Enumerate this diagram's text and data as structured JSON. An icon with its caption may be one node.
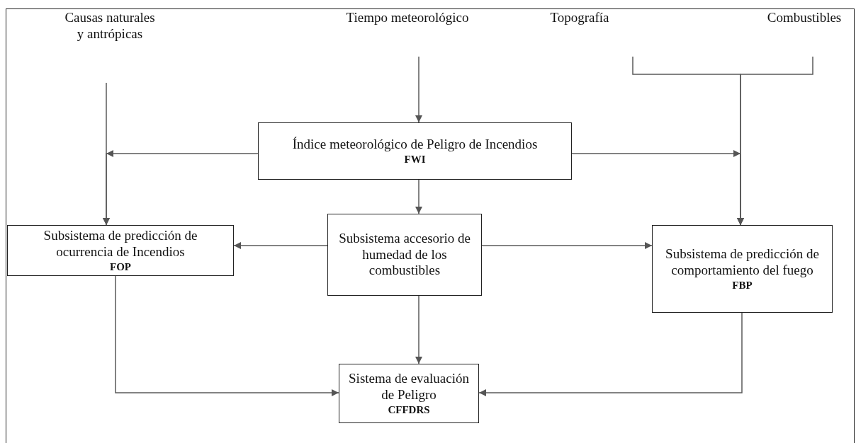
{
  "diagram": {
    "nodes": [
      {
        "text": [
          "Causas naturales y antrópicas"
        ]
      },
      {
        "text": [
          "Tiempo meteorológico"
        ]
      },
      {
        "text": [
          "Topografía"
        ]
      },
      {
        "text": [
          "Combustibles"
        ]
      },
      {
        "text": [
          "Índice meteorológico de Peligro de Incendios",
          "FWI"
        ]
      },
      {
        "text": [
          "Subsistema de predicción de ocurrencia de Incendios",
          "FOP"
        ]
      },
      {
        "text": [
          "Subsistema accesorio de humedad de los combustibles"
        ]
      },
      {
        "text": [
          "Subsistema de predicción de comportamiento del fuego",
          "FBP"
        ]
      },
      {
        "text": [
          "Sistema de evaluación de Peligro",
          "CFFDRS"
        ]
      }
    ],
    "edges": [
      {
        "from": 0,
        "to": 5,
        "arrow": "to"
      },
      {
        "from": 1,
        "to": 4,
        "arrow": "to"
      },
      {
        "from": 4,
        "to": 5,
        "arrow": "to"
      },
      {
        "from": 4,
        "to": 7,
        "arrow": "to"
      },
      {
        "from": 2,
        "to": 7,
        "arrow": "to"
      },
      {
        "from": 3,
        "to": 7,
        "arrow": "to"
      },
      {
        "from": 4,
        "to": 6,
        "arrow": "to"
      },
      {
        "from": 6,
        "to": 5,
        "arrow": "to"
      },
      {
        "from": 6,
        "to": 7,
        "arrow": "to"
      },
      {
        "from": 6,
        "to": 8,
        "arrow": "to"
      },
      {
        "from": 5,
        "to": 8,
        "arrow": "to"
      },
      {
        "from": 7,
        "to": 8,
        "arrow": "to"
      }
    ]
  }
}
